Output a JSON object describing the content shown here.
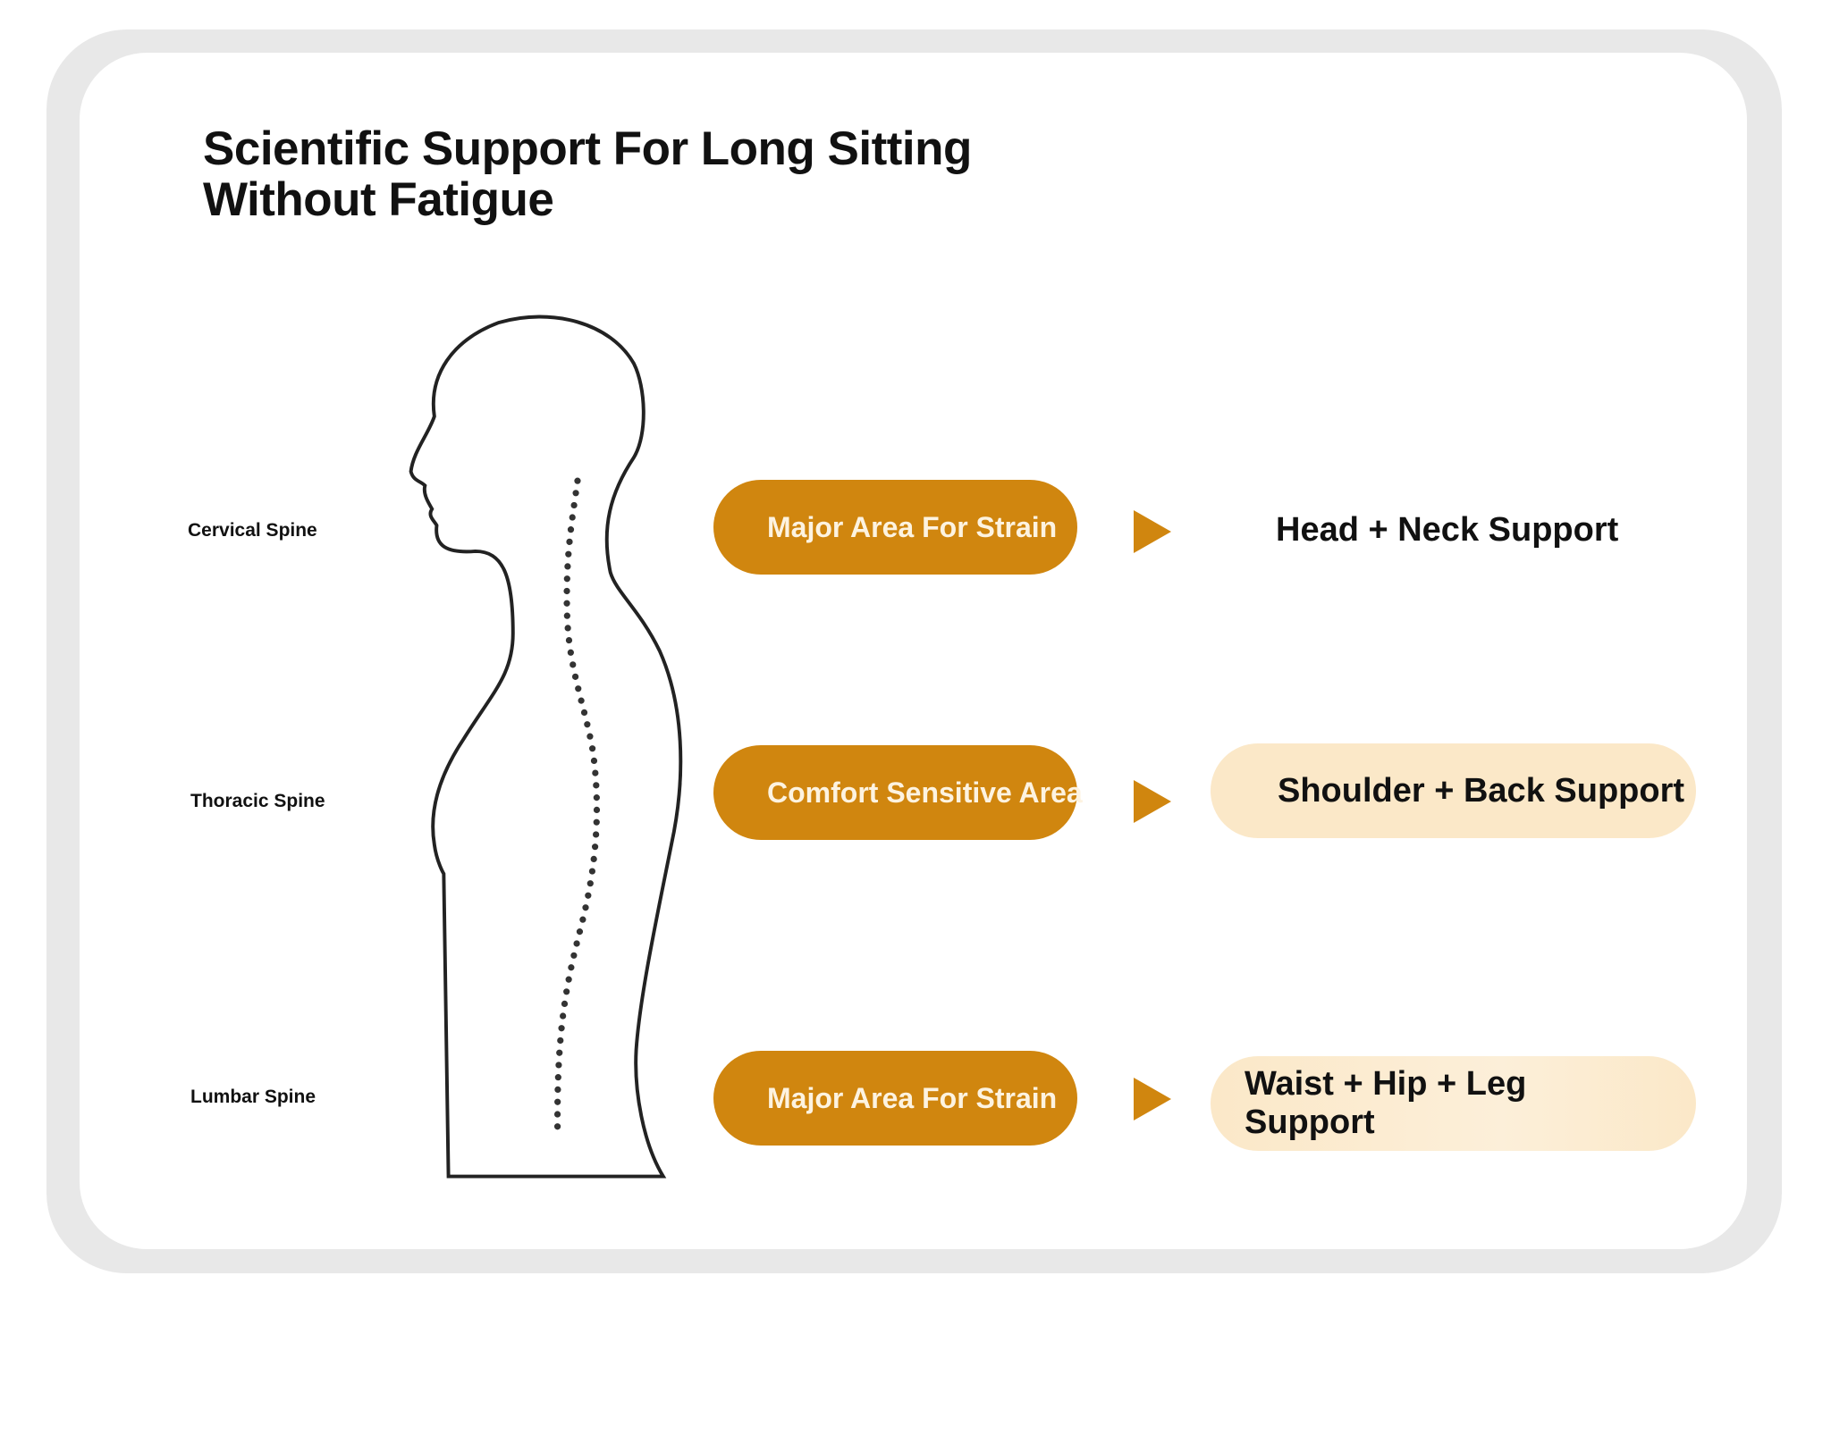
{
  "title": {
    "line1": "Scientific Support For Long Sitting",
    "line2": "Without Fatigue"
  },
  "spine_labels": [
    "Cervical Spine",
    "Thoracic Spine",
    "Lumbar Spine"
  ],
  "areas": [
    "Major Area For Strain",
    "Comfort Sensitive Area",
    "Major Area For Strain"
  ],
  "supports": [
    "Head + Neck Support",
    "Shoulder + Back Support",
    "Waist + Hip + Leg Support"
  ],
  "colors": {
    "accent": "#d0860f",
    "light": "#fbe8c8"
  }
}
